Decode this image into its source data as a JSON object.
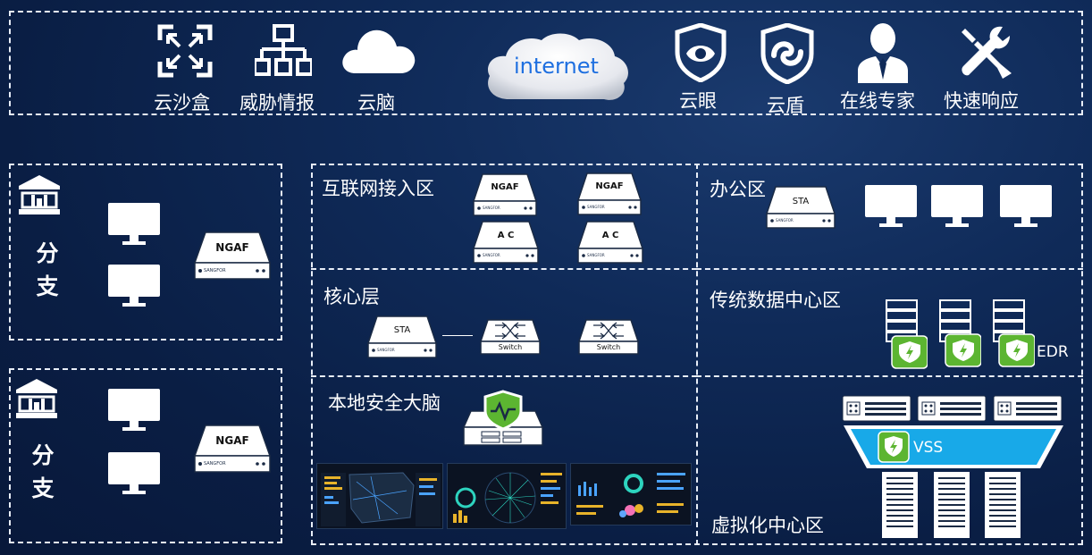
{
  "top_services": {
    "sandbox_label": "云沙盒",
    "threat_intel_label": "威胁情报",
    "cloud_brain_label": "云脑",
    "internet_label": "internet",
    "cloud_eye_label": "云眼",
    "cloud_shield_label": "云盾",
    "online_expert_label": "在线专家",
    "rapid_response_label": "快速响应"
  },
  "branches": [
    {
      "label_line1": "分",
      "label_line2": "支",
      "device": "NGAF"
    },
    {
      "label_line1": "分",
      "label_line2": "支",
      "device": "NGAF"
    }
  ],
  "zones": {
    "internet_access": {
      "title": "互联网接入区",
      "devices": [
        "NGAF",
        "NGAF",
        "A C",
        "A C"
      ]
    },
    "core": {
      "title": "核心层",
      "devices": [
        "STA",
        "Switch",
        "Switch"
      ]
    },
    "local_brain": {
      "title": "本地安全大脑"
    },
    "office": {
      "title": "办公区",
      "device": "STA"
    },
    "traditional_dc": {
      "title": "传统数据中心区",
      "edr_label": "EDR"
    },
    "virtualization": {
      "title": "虚拟化中心区",
      "vss_label": "VSS"
    }
  },
  "vendor_mark": "SANGFOR",
  "colors": {
    "background": "#0f2a58",
    "shield_green": "#5cb531",
    "vss_blue": "#18a9e8"
  }
}
